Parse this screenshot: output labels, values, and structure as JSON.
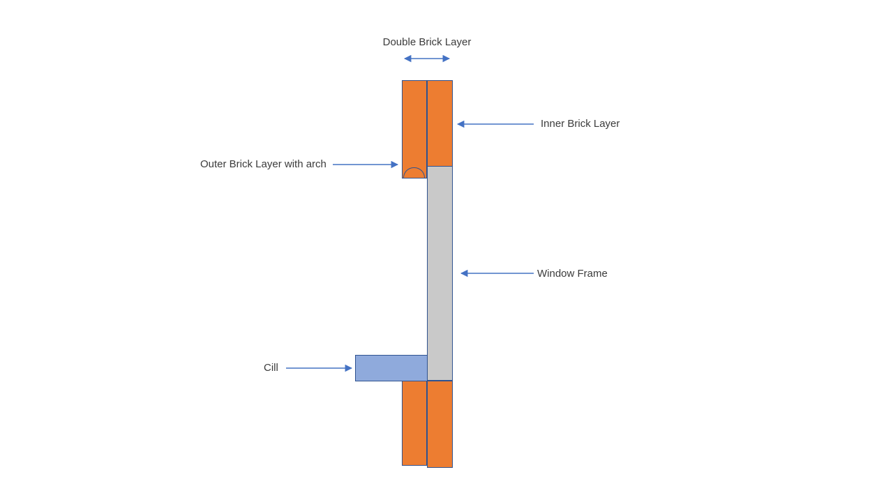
{
  "diagram": {
    "description": "Wall cross-section diagram of a double brick wall with window frame and cill",
    "labels": {
      "double_brick_layer": "Double Brick Layer",
      "inner_brick_layer": "Inner Brick Layer",
      "outer_brick_layer": "Outer Brick Layer with arch",
      "window_frame": "Window Frame",
      "cill": "Cill"
    },
    "shapes": [
      "outer-brick-layer-top",
      "inner-brick-layer-top",
      "arch",
      "window-frame",
      "cill",
      "outer-brick-layer-bottom",
      "inner-brick-layer-bottom"
    ],
    "colors": {
      "brick_fill": "#ED7D31",
      "shape_border": "#2F528F",
      "window_frame_fill": "#C9C9C9",
      "cill_fill": "#8FAADC",
      "arrow": "#4472C4",
      "label_text": "#3B3B3B",
      "background": "#FFFFFF"
    }
  }
}
